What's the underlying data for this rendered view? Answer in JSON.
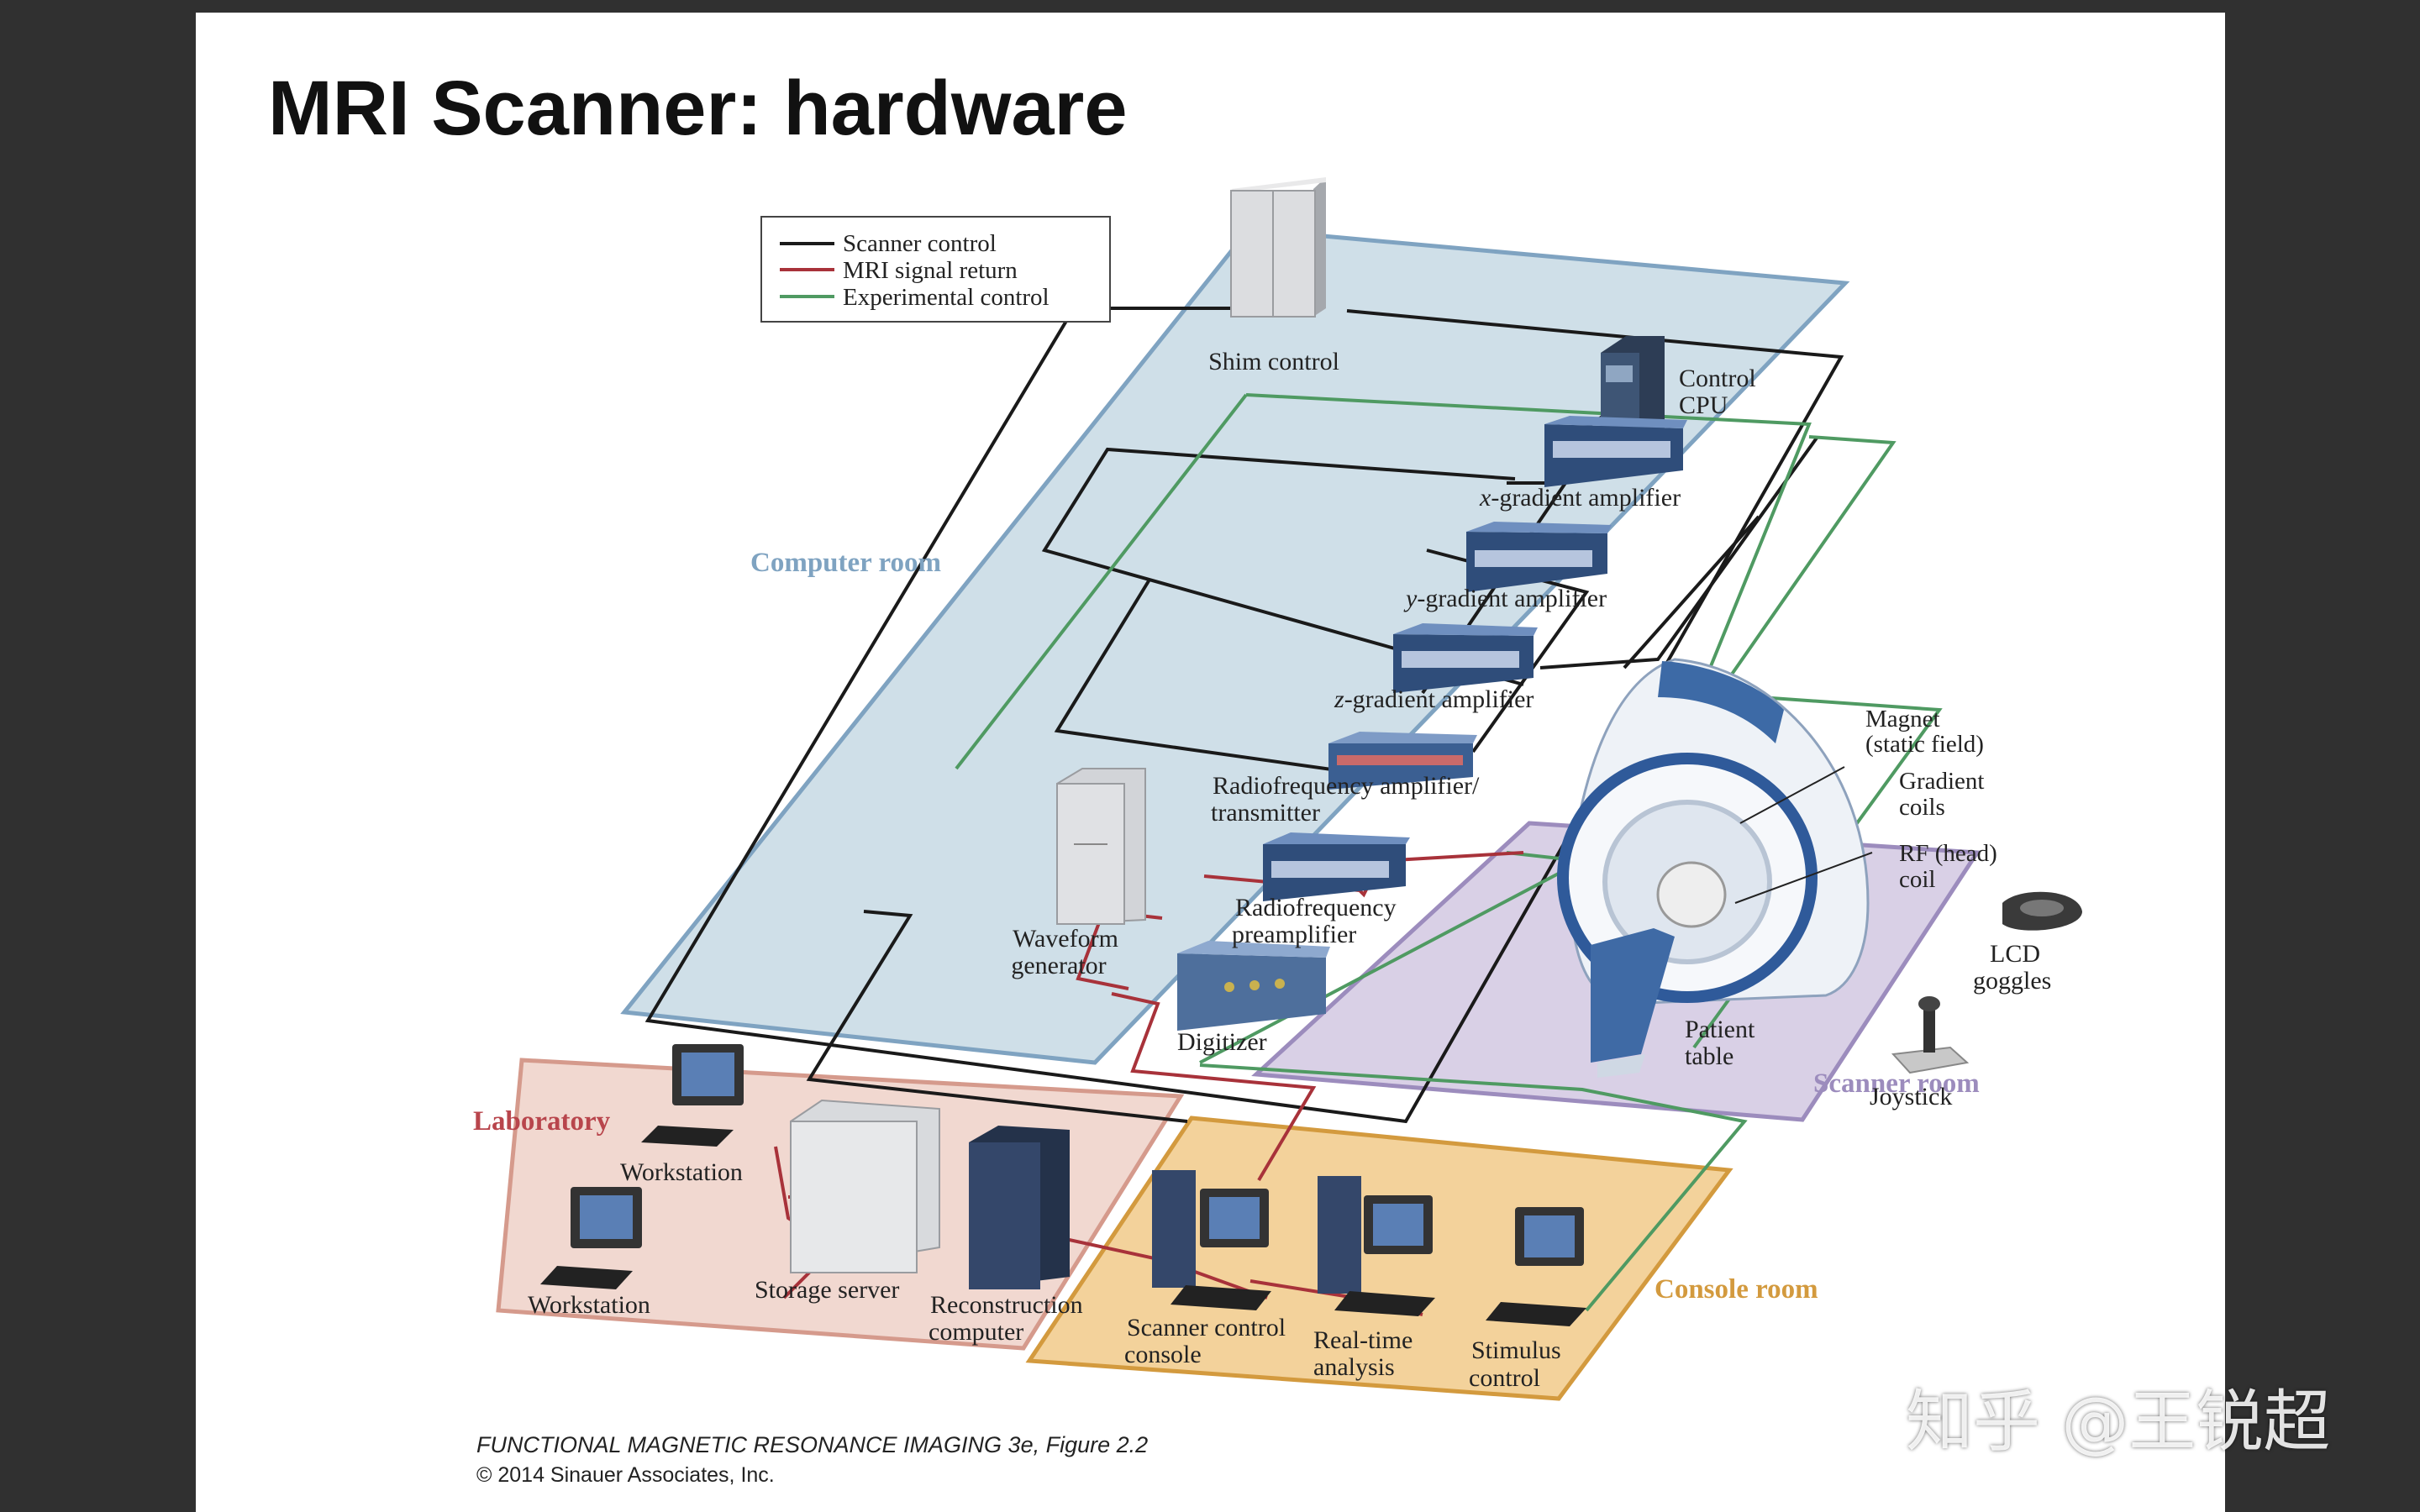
{
  "slide": {
    "title": "MRI Scanner: hardware"
  },
  "legend": {
    "items": [
      {
        "label": "Scanner control",
        "color": "#1a1a1a"
      },
      {
        "label": "MRI signal return",
        "color": "#a8323a"
      },
      {
        "label": "Experimental control",
        "color": "#4f9a62"
      }
    ]
  },
  "rooms": {
    "computer": "Computer room",
    "laboratory": "Laboratory",
    "scanner": "Scanner room",
    "console": "Console room"
  },
  "components": {
    "shim_control": "Shim control",
    "control_cpu_1": "Control",
    "control_cpu_2": "CPU",
    "x_grad_italic": "x",
    "x_grad_rest": "-gradient amplifier",
    "y_grad_italic": "y",
    "y_grad_rest": "-gradient amplifier",
    "z_grad_italic": "z",
    "z_grad_rest": "-gradient amplifier",
    "rf_amp_1": "Radiofrequency amplifier/",
    "rf_amp_2": "transmitter",
    "rf_pre_1": "Radiofrequency",
    "rf_pre_2": "preamplifier",
    "digitizer": "Digitizer",
    "waveform_1": "Waveform",
    "waveform_2": "generator",
    "magnet_1": "Magnet",
    "magnet_2": "(static field)",
    "gradient_coils_1": "Gradient",
    "gradient_coils_2": "coils",
    "rf_coil_1": "RF (head)",
    "rf_coil_2": "coil",
    "lcd_1": "LCD",
    "lcd_2": "goggles",
    "patient_1": "Patient",
    "patient_2": "table",
    "joystick": "Joystick",
    "workstation_a": "Workstation",
    "workstation_b": "Workstation",
    "storage": "Storage server",
    "recon_1": "Reconstruction",
    "recon_2": "computer",
    "scanner_console_1": "Scanner control",
    "scanner_console_2": "console",
    "realtime_1": "Real-time",
    "realtime_2": "analysis",
    "stimulus_1": "Stimulus",
    "stimulus_2": "control"
  },
  "caption": {
    "line1": "FUNCTIONAL MAGNETIC RESONANCE IMAGING 3e, Figure 2.2",
    "line2": "© 2014 Sinauer Associates, Inc."
  },
  "watermark": "知乎 @王锐超",
  "colors": {
    "computer_room_fill": "#cfdfe8",
    "computer_room_stroke": "#7fa3c1",
    "lab_fill": "#f1d8d0",
    "lab_stroke": "#d59a8c",
    "scanner_fill": "#d9d0e6",
    "scanner_stroke": "#9c8cbd",
    "console_fill": "#f3d29b",
    "console_stroke": "#d39a3e",
    "device_blue": "#3b5c8c",
    "magnet_blue": "#2f5a9a"
  }
}
